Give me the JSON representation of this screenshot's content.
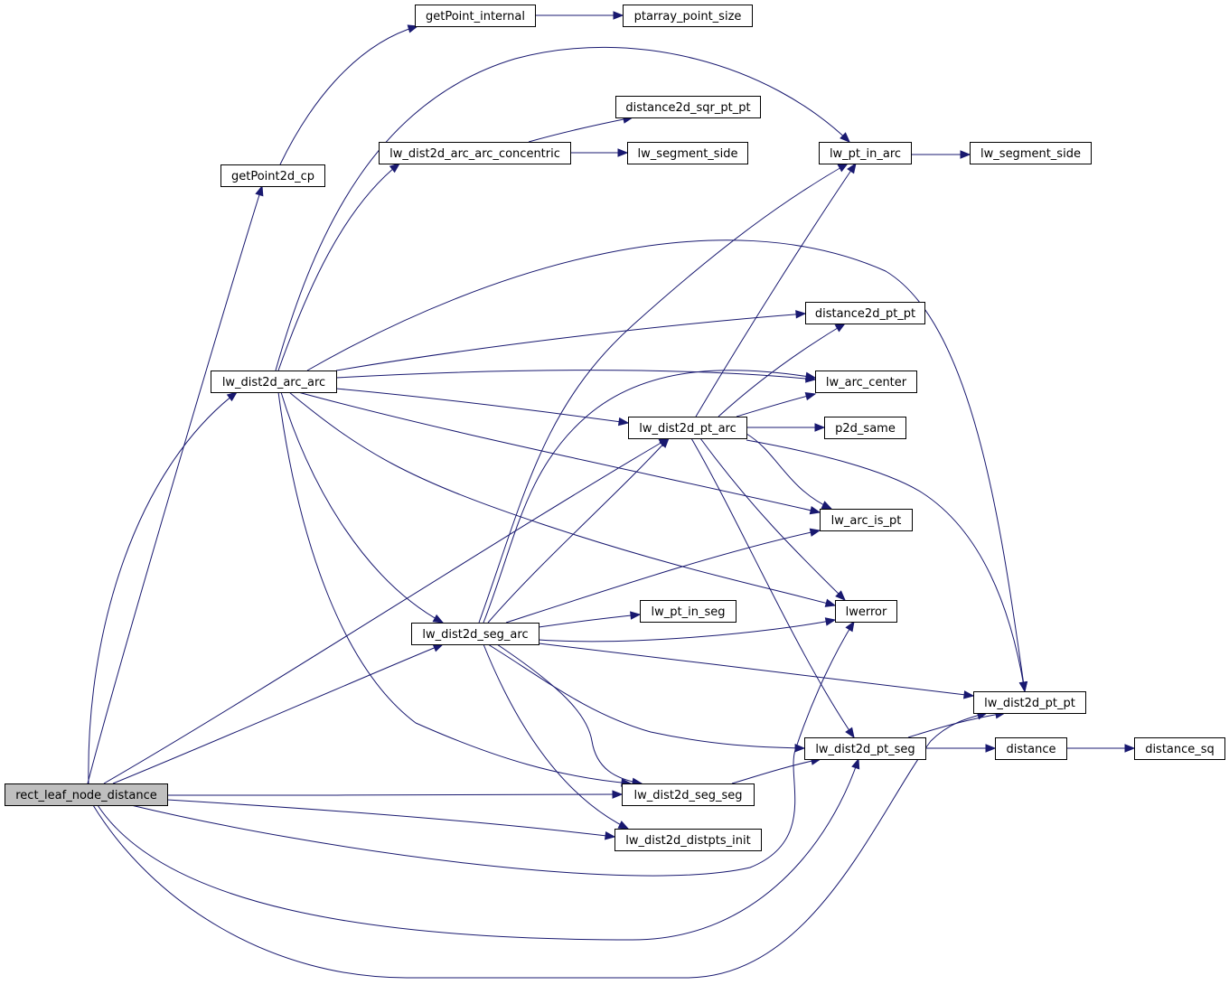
{
  "colors": {
    "edge": "#191970",
    "node_fill": "#ffffff",
    "root_fill": "#bfbfbf",
    "border": "#000000"
  },
  "nodes": [
    {
      "id": "rect_leaf_node_distance",
      "label": "rect_leaf_node_distance",
      "root": true
    },
    {
      "id": "getPoint2d_cp",
      "label": "getPoint2d_cp"
    },
    {
      "id": "getPoint_internal",
      "label": "getPoint_internal"
    },
    {
      "id": "ptarray_point_size",
      "label": "ptarray_point_size"
    },
    {
      "id": "lw_dist2d_arc_arc",
      "label": "lw_dist2d_arc_arc"
    },
    {
      "id": "distance2d_pt_pt",
      "label": "distance2d_pt_pt"
    },
    {
      "id": "lw_arc_center",
      "label": "lw_arc_center"
    },
    {
      "id": "lw_arc_is_pt",
      "label": "lw_arc_is_pt"
    },
    {
      "id": "lw_dist2d_arc_arc_concentric",
      "label": "lw_dist2d_arc_arc_concentric"
    },
    {
      "id": "distance2d_sqr_pt_pt",
      "label": "distance2d_sqr_pt_pt"
    },
    {
      "id": "lw_segment_side",
      "label": "lw_segment_side"
    },
    {
      "id": "lw_dist2d_pt_arc",
      "label": "lw_dist2d_pt_arc"
    },
    {
      "id": "lw_pt_in_arc",
      "label": "lw_pt_in_arc"
    },
    {
      "id": "lw_segment_side_2",
      "label": "lw_segment_side"
    },
    {
      "id": "lw_dist2d_pt_pt",
      "label": "lw_dist2d_pt_pt"
    },
    {
      "id": "lw_dist2d_pt_seg",
      "label": "lw_dist2d_pt_seg"
    },
    {
      "id": "distance",
      "label": "distance"
    },
    {
      "id": "distance_sq",
      "label": "distance_sq"
    },
    {
      "id": "lwerror",
      "label": "lwerror"
    },
    {
      "id": "p2d_same",
      "label": "p2d_same"
    },
    {
      "id": "lw_dist2d_seg_arc",
      "label": "lw_dist2d_seg_arc"
    },
    {
      "id": "lw_dist2d_distpts_init",
      "label": "lw_dist2d_distpts_init"
    },
    {
      "id": "lw_dist2d_seg_seg",
      "label": "lw_dist2d_seg_seg"
    },
    {
      "id": "lw_pt_in_seg",
      "label": "lw_pt_in_seg"
    }
  ],
  "edges": [
    {
      "from": "rect_leaf_node_distance",
      "to": "getPoint2d_cp"
    },
    {
      "from": "rect_leaf_node_distance",
      "to": "lw_dist2d_arc_arc"
    },
    {
      "from": "rect_leaf_node_distance",
      "to": "lw_dist2d_pt_arc"
    },
    {
      "from": "rect_leaf_node_distance",
      "to": "lw_dist2d_seg_arc"
    },
    {
      "from": "rect_leaf_node_distance",
      "to": "lw_dist2d_seg_seg"
    },
    {
      "from": "rect_leaf_node_distance",
      "to": "lw_dist2d_distpts_init"
    },
    {
      "from": "rect_leaf_node_distance",
      "to": "lwerror"
    },
    {
      "from": "rect_leaf_node_distance",
      "to": "lw_dist2d_pt_seg"
    },
    {
      "from": "rect_leaf_node_distance",
      "to": "lw_dist2d_pt_pt"
    },
    {
      "from": "getPoint2d_cp",
      "to": "getPoint_internal"
    },
    {
      "from": "getPoint_internal",
      "to": "ptarray_point_size"
    },
    {
      "from": "lw_dist2d_arc_arc",
      "to": "lw_pt_in_arc"
    },
    {
      "from": "lw_dist2d_arc_arc",
      "to": "lw_dist2d_arc_arc_concentric"
    },
    {
      "from": "lw_dist2d_arc_arc",
      "to": "lw_dist2d_pt_pt"
    },
    {
      "from": "lw_dist2d_arc_arc",
      "to": "distance2d_pt_pt"
    },
    {
      "from": "lw_dist2d_arc_arc",
      "to": "lw_arc_center"
    },
    {
      "from": "lw_dist2d_arc_arc",
      "to": "lw_dist2d_pt_arc"
    },
    {
      "from": "lw_dist2d_arc_arc",
      "to": "lw_arc_is_pt"
    },
    {
      "from": "lw_dist2d_arc_arc",
      "to": "lwerror"
    },
    {
      "from": "lw_dist2d_arc_arc",
      "to": "lw_dist2d_seg_arc"
    },
    {
      "from": "lw_dist2d_arc_arc",
      "to": "lw_dist2d_seg_seg"
    },
    {
      "from": "lw_dist2d_arc_arc_concentric",
      "to": "distance2d_sqr_pt_pt"
    },
    {
      "from": "lw_dist2d_arc_arc_concentric",
      "to": "lw_segment_side"
    },
    {
      "from": "lw_pt_in_arc",
      "to": "lw_segment_side_2"
    },
    {
      "from": "lw_dist2d_pt_arc",
      "to": "lw_pt_in_arc"
    },
    {
      "from": "lw_dist2d_pt_arc",
      "to": "distance2d_pt_pt"
    },
    {
      "from": "lw_dist2d_pt_arc",
      "to": "lw_arc_center"
    },
    {
      "from": "lw_dist2d_pt_arc",
      "to": "p2d_same"
    },
    {
      "from": "lw_dist2d_pt_arc",
      "to": "lw_arc_is_pt"
    },
    {
      "from": "lw_dist2d_pt_arc",
      "to": "lwerror"
    },
    {
      "from": "lw_dist2d_pt_arc",
      "to": "lw_dist2d_pt_pt"
    },
    {
      "from": "lw_dist2d_pt_arc",
      "to": "lw_dist2d_pt_seg"
    },
    {
      "from": "lw_dist2d_seg_arc",
      "to": "lw_pt_in_arc"
    },
    {
      "from": "lw_dist2d_seg_arc",
      "to": "lw_arc_center"
    },
    {
      "from": "lw_dist2d_seg_arc",
      "to": "lw_dist2d_pt_arc"
    },
    {
      "from": "lw_dist2d_seg_arc",
      "to": "lw_arc_is_pt"
    },
    {
      "from": "lw_dist2d_seg_arc",
      "to": "lw_pt_in_seg"
    },
    {
      "from": "lw_dist2d_seg_arc",
      "to": "lwerror"
    },
    {
      "from": "lw_dist2d_seg_arc",
      "to": "lw_dist2d_pt_pt"
    },
    {
      "from": "lw_dist2d_seg_arc",
      "to": "lw_dist2d_pt_seg"
    },
    {
      "from": "lw_dist2d_seg_arc",
      "to": "lw_dist2d_seg_seg"
    },
    {
      "from": "lw_dist2d_seg_arc",
      "to": "lw_dist2d_distpts_init"
    },
    {
      "from": "lw_dist2d_seg_seg",
      "to": "lw_dist2d_pt_seg"
    },
    {
      "from": "lw_dist2d_pt_seg",
      "to": "lw_dist2d_pt_pt"
    },
    {
      "from": "lw_dist2d_pt_seg",
      "to": "distance"
    },
    {
      "from": "distance",
      "to": "distance_sq"
    }
  ]
}
